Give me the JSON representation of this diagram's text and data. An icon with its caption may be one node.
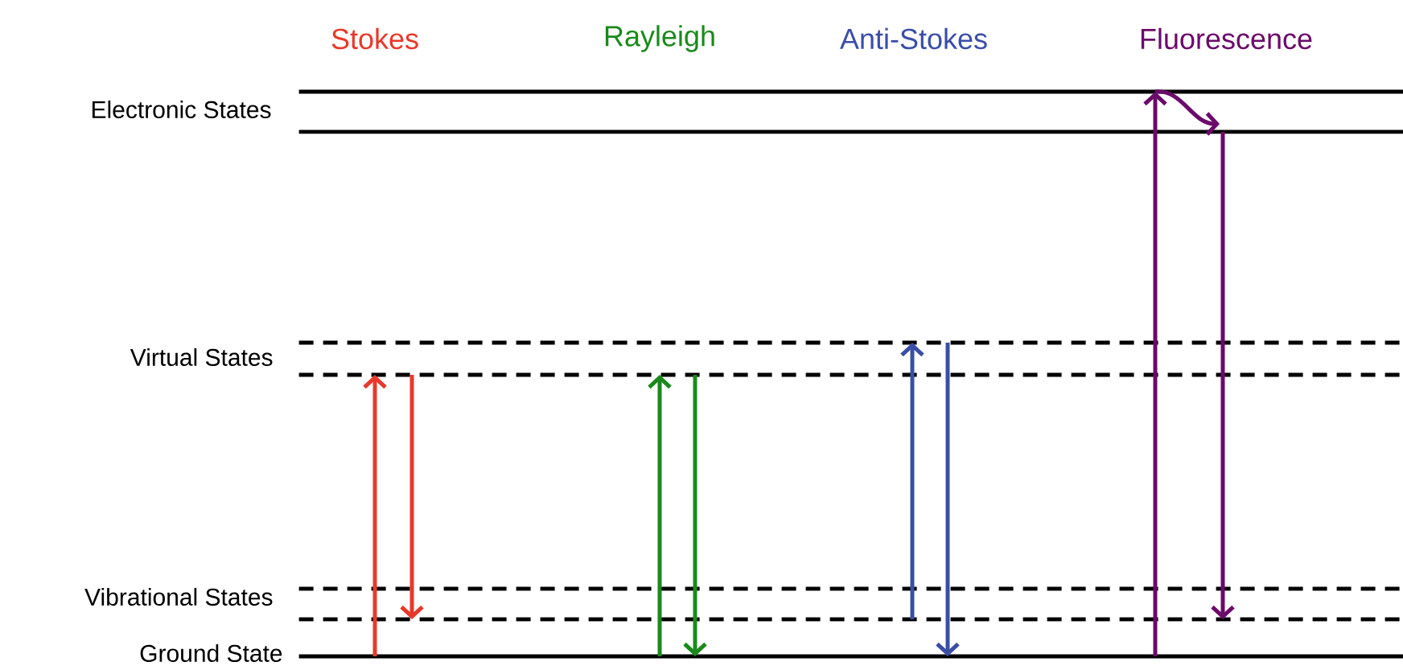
{
  "diagram": {
    "nodes": [
      {
        "text": [],
        "shape": "line"
      },
      {
        "text": [],
        "shape": "line"
      },
      {
        "text": [],
        "shape": "line"
      },
      {
        "text": [],
        "shape": "line"
      },
      {
        "text": [],
        "shape": "line"
      },
      {
        "text": [],
        "shape": "line"
      },
      {
        "text": [],
        "shape": "line"
      }
    ],
    "edges": [
      {
        "from": 6,
        "to": 3,
        "arrow": "to",
        "color": "#e8392b"
      },
      {
        "from": 3,
        "to": 5,
        "arrow": "to",
        "color": "#e8392b"
      },
      {
        "from": 6,
        "to": 3,
        "arrow": "to",
        "color": "#1a8a1a"
      },
      {
        "from": 3,
        "to": 6,
        "arrow": "to",
        "color": "#1a8a1a"
      },
      {
        "from": 5,
        "to": 2,
        "arrow": "to",
        "color": "#3a4ea8"
      },
      {
        "from": 2,
        "to": 6,
        "arrow": "to",
        "color": "#3a4ea8"
      },
      {
        "from": 6,
        "to": 0,
        "arrow": "to",
        "color": "#6b0a6b"
      },
      {
        "from": 0,
        "to": 1,
        "arrow": "to",
        "color": "#6b0a6b"
      },
      {
        "from": 1,
        "to": 5,
        "arrow": "to",
        "color": "#6b0a6b"
      }
    ],
    "labels": [
      "Stokes",
      "Rayleigh",
      "Anti-Stokes",
      "Fluorescence",
      "Electronic States",
      "Virtual States",
      "Vibrational States",
      "Ground State"
    ]
  }
}
